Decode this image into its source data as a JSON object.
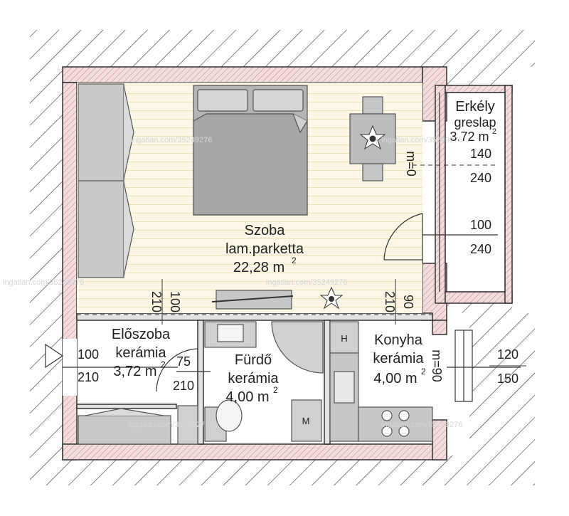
{
  "rooms": {
    "szoba": {
      "name": "Szoba",
      "floor": "lam.parketta",
      "area": "22,28 m",
      "sup": "2"
    },
    "eloszoba": {
      "name": "Előszoba",
      "floor": "kerámia",
      "area": "3,72 m",
      "sup": "2"
    },
    "furdo": {
      "name": "Fürdő",
      "floor": "kerámia",
      "area": "4,00 m",
      "sup": "2"
    },
    "konyha": {
      "name": "Konyha",
      "floor": "kerámia",
      "area": "4,00 m",
      "sup": "2"
    },
    "erkely": {
      "name": "Erkély",
      "floor": "greslap",
      "area": "3.72 m",
      "sup": "2"
    }
  },
  "dimensions": {
    "erkely_top": "140",
    "erkely_bottom": "240",
    "balcony_door_top": "100",
    "balcony_door_bottom": "240",
    "konyha_window_top": "120",
    "konyha_window_bottom": "150",
    "szoba_door_left_a": "210",
    "szoba_door_left_b": "100",
    "szoba_door_right_a": "210",
    "szoba_door_right_b": "90",
    "entry_top": "100",
    "entry_bottom": "210",
    "furdo_door_top": "75",
    "furdo_door_bottom": "210",
    "m0_label": "m=0",
    "m90_label": "m=90"
  },
  "fixtures": {
    "bath_letter": "M",
    "fridge_letter": "H"
  },
  "watermark": "ingatlan.com/35249276"
}
